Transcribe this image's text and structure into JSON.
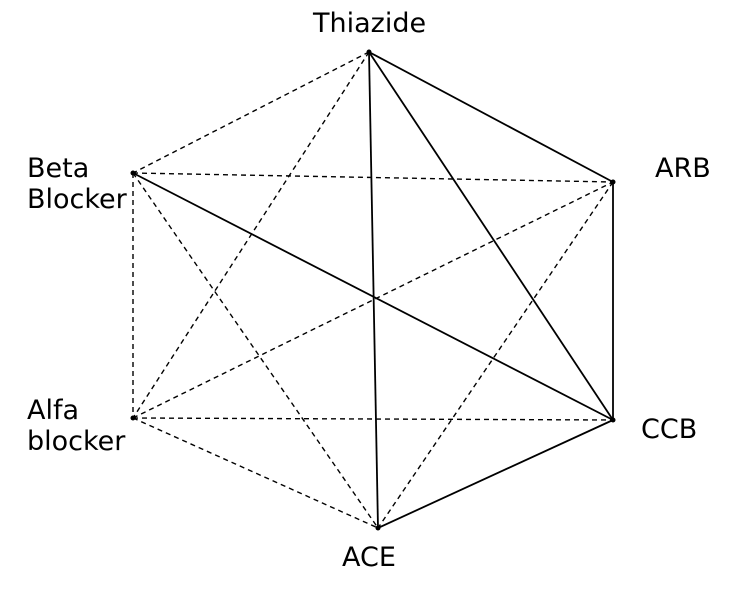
{
  "nodes": [
    {
      "id": "thiazide",
      "lines": [
        "Thiazide"
      ]
    },
    {
      "id": "arb",
      "lines": [
        "ARB"
      ]
    },
    {
      "id": "ccb",
      "lines": [
        "CCB"
      ]
    },
    {
      "id": "ace",
      "lines": [
        "ACE"
      ]
    },
    {
      "id": "alfa",
      "lines": [
        "Alfa",
        "blocker"
      ]
    },
    {
      "id": "beta",
      "lines": [
        "Beta",
        "Blocker"
      ]
    }
  ],
  "edges": [
    {
      "from": "thiazide",
      "to": "arb",
      "style": "solid"
    },
    {
      "from": "thiazide",
      "to": "ccb",
      "style": "solid"
    },
    {
      "from": "thiazide",
      "to": "ace",
      "style": "solid"
    },
    {
      "from": "beta",
      "to": "ccb",
      "style": "solid"
    },
    {
      "from": "arb",
      "to": "ccb",
      "style": "solid"
    },
    {
      "from": "ccb",
      "to": "ace",
      "style": "solid"
    },
    {
      "from": "thiazide",
      "to": "beta",
      "style": "dashed"
    },
    {
      "from": "thiazide",
      "to": "alfa",
      "style": "dashed"
    },
    {
      "from": "beta",
      "to": "arb",
      "style": "dashed"
    },
    {
      "from": "beta",
      "to": "alfa",
      "style": "dashed"
    },
    {
      "from": "beta",
      "to": "ace",
      "style": "dashed"
    },
    {
      "from": "alfa",
      "to": "arb",
      "style": "dashed"
    },
    {
      "from": "alfa",
      "to": "ccb",
      "style": "dashed"
    },
    {
      "from": "alfa",
      "to": "ace",
      "style": "dashed"
    },
    {
      "from": "arb",
      "to": "ace",
      "style": "dashed"
    }
  ],
  "colors": {
    "line": "#000000",
    "background": "#ffffff"
  }
}
